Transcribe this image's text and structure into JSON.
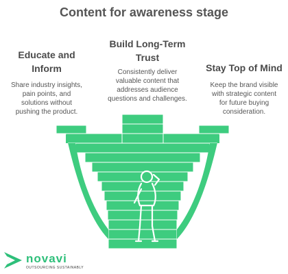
{
  "title": "Content for awareness stage",
  "columns": [
    {
      "heading_line1": "Educate and",
      "heading_line2": "Inform",
      "body_lines": [
        "Share industry insights,",
        "pain points, and",
        "solutions without",
        "pushing the product."
      ]
    },
    {
      "heading_line1": "Build Long-Term",
      "heading_line2": "Trust",
      "body_lines": [
        "Consistently deliver",
        "valuable content that",
        "addresses audience",
        "questions and challenges."
      ]
    },
    {
      "heading_line1": "Stay Top of Mind",
      "body_lines": [
        "Keep the brand visible",
        "with strategic content",
        "for future buying",
        "consideration."
      ]
    }
  ],
  "logo": {
    "name": "novavi",
    "tagline": "OUTSOURCING SUSTAINABLY"
  },
  "colors": {
    "stairs_fill": "#3ecc7f",
    "stairs_edge": "#ffffff",
    "figure": "#ffffff",
    "brand": "#2ebf7a"
  },
  "icons": [
    "person-thinking-icon",
    "novavi-logo-icon"
  ]
}
